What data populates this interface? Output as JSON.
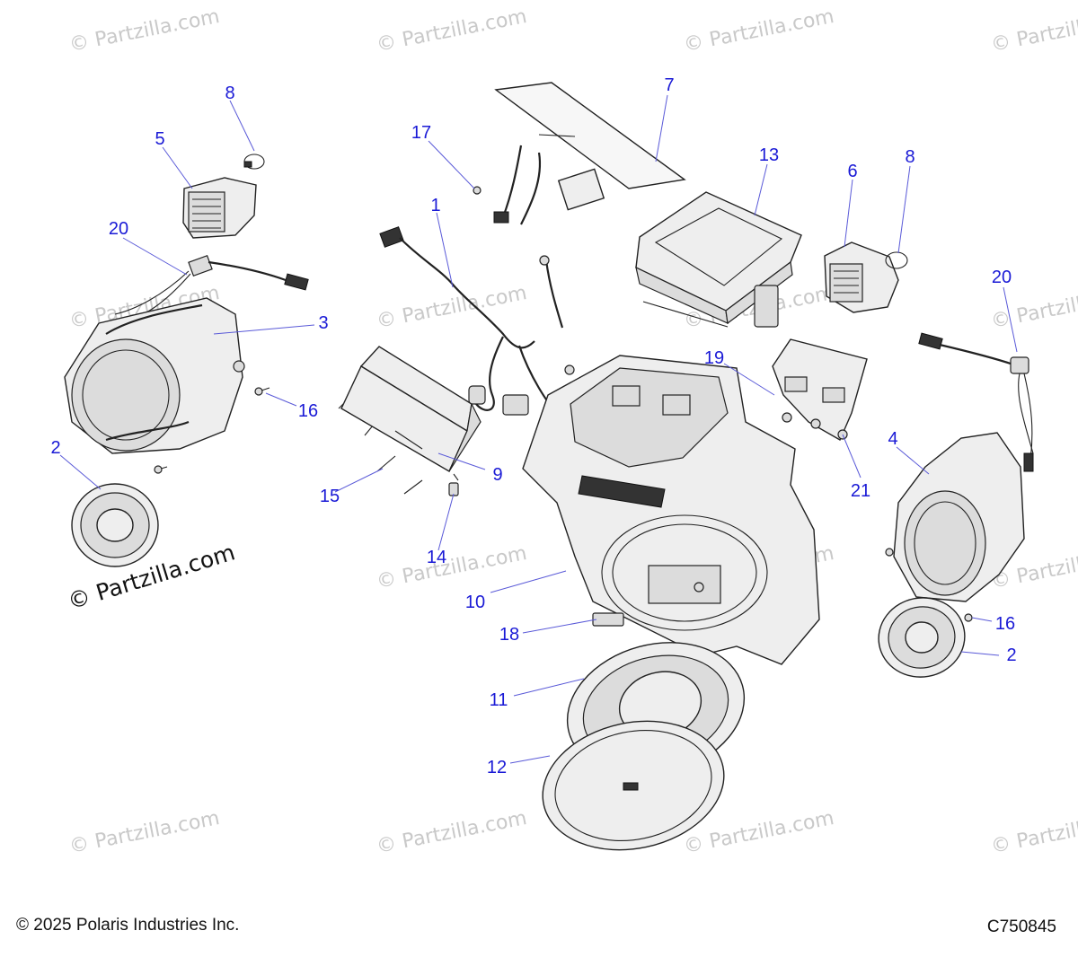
{
  "watermark": "© Partzilla.com",
  "callouts": {
    "n1": "1",
    "n2a": "2",
    "n2b": "2",
    "n3": "3",
    "n4": "4",
    "n5": "5",
    "n6": "6",
    "n7": "7",
    "n8a": "8",
    "n8b": "8",
    "n9": "9",
    "n10": "10",
    "n11": "11",
    "n12": "12",
    "n13": "13",
    "n14": "14",
    "n15": "15",
    "n16a": "16",
    "n16b": "16",
    "n17": "17",
    "n18": "18",
    "n19": "19",
    "n20a": "20",
    "n20b": "20",
    "n21": "21"
  },
  "footer": {
    "copyright": "© 2025 Polaris Industries Inc.",
    "diagram_id": "C750845"
  },
  "colors": {
    "callout": "#1a1ad6",
    "watermark": "#c9c9c9"
  }
}
